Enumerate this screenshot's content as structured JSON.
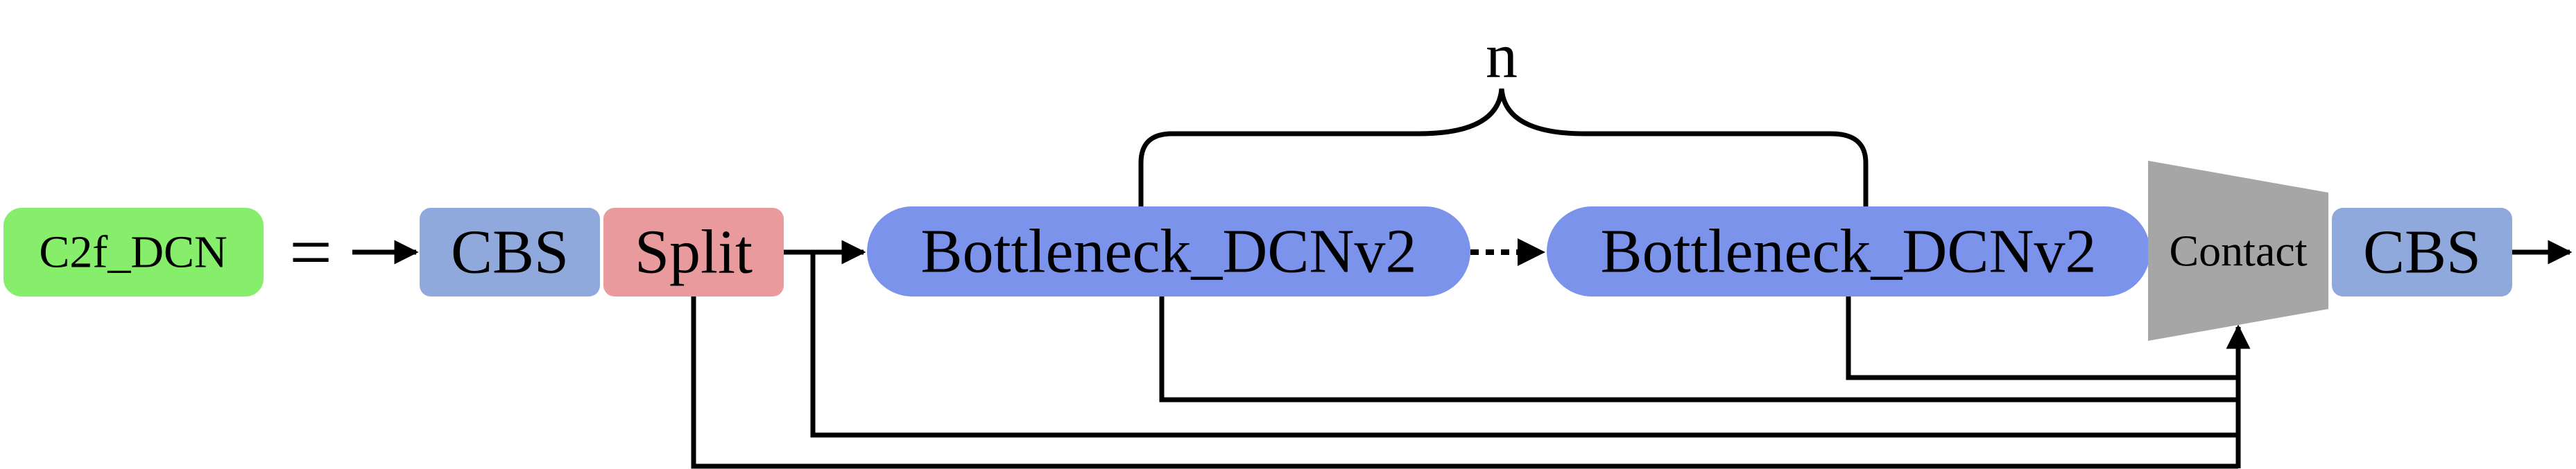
{
  "diagram": {
    "title_block": "C2f_DCN",
    "equals": "=",
    "cbs_in": "CBS",
    "split": "Split",
    "bottleneck_1": "Bottleneck_DCNv2",
    "bottleneck_2": "Bottleneck_DCNv2",
    "repeat_label": "n",
    "concat": "Contact",
    "cbs_out": "CBS"
  },
  "colors": {
    "c2f_block": "#86ee6a",
    "cbs": "#8fa9dc",
    "split": "#e89a9c",
    "bottleneck": "#7b93ea",
    "concat": "#a6a6a6",
    "line": "#000000"
  }
}
